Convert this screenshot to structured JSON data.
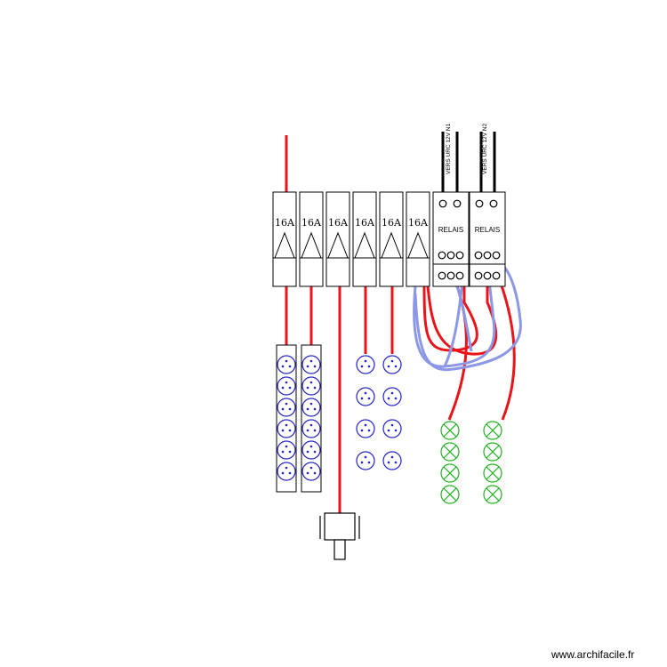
{
  "breakers": [
    {
      "label": "16A"
    },
    {
      "label": "16A"
    },
    {
      "label": "16A"
    },
    {
      "label": "16A"
    },
    {
      "label": "16A"
    },
    {
      "label": "16A"
    }
  ],
  "relays": [
    {
      "label": "RELAIS",
      "vers_label": "VERS URC 12V N1"
    },
    {
      "label": "RELAIS",
      "vers_label": "VERS URC 12V N2"
    }
  ],
  "outlet_strips": [
    {
      "count": 6
    },
    {
      "count": 6
    }
  ],
  "outlet_columns": [
    {
      "count": 4
    },
    {
      "count": 4
    }
  ],
  "light_columns": [
    {
      "count": 4
    },
    {
      "count": 4
    }
  ],
  "colors": {
    "phase": "#e8141a",
    "neutral": "#8c97e6",
    "outlet": "#2323c8",
    "light": "#22b022",
    "outline": "#000000"
  },
  "watermark": "www.archifacile.fr"
}
